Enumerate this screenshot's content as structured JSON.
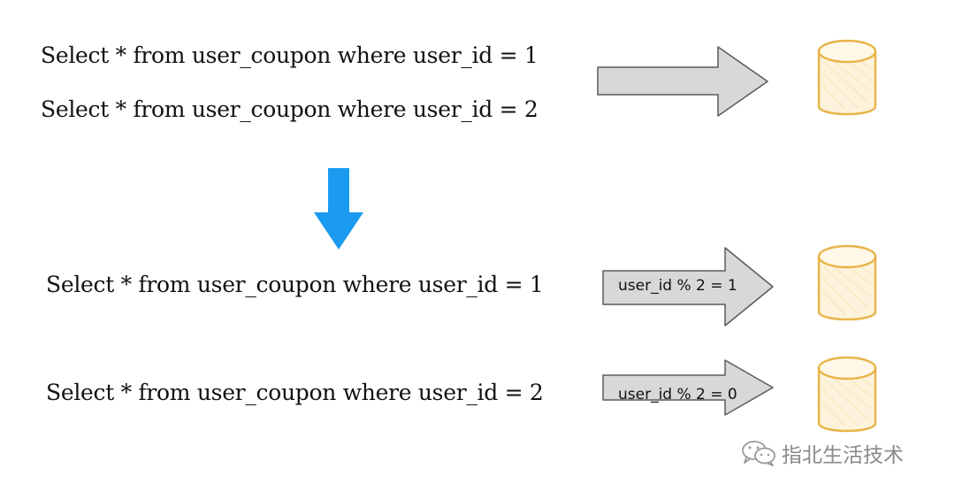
{
  "queries": [
    "Select * from user_coupon where user_id =  1",
    "Select * from user_coupon where user_id =  2",
    "Select * from user_coupon where user_id =  1",
    "Select * from user_coupon where user_id =  2"
  ],
  "routing_labels": [
    "user_id % 2 = 1",
    "user_id % 2 = 0"
  ],
  "watermark": {
    "text": "指北生活技术",
    "icon": "wechat-icon"
  },
  "colors": {
    "down_arrow": "#1a9bf0",
    "gray_arrow_fill": "#d8d8d8",
    "gray_arrow_stroke": "#5a5a5a",
    "database_stroke": "#e8b44a",
    "database_fill": "#fdf3dc"
  }
}
